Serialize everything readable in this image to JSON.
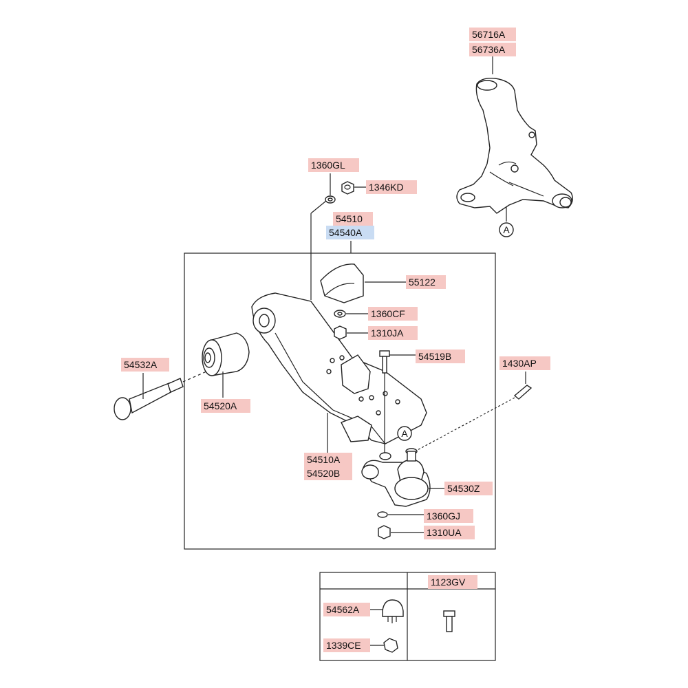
{
  "colors": {
    "label_bg": "#f6c8c4",
    "label_bg_selected": "#c9dcf3",
    "line": "#222222"
  },
  "labels": {
    "p56716A": "56716A",
    "p56736A": "56736A",
    "p1360GL": "1360GL",
    "p1346KD": "1346KD",
    "p54510": "54510",
    "p54540A": "54540A",
    "p55122": "55122",
    "p1360CF": "1360CF",
    "p1310JA": "1310JA",
    "p54519B": "54519B",
    "p1430AP": "1430AP",
    "p54532A": "54532A",
    "p54520A": "54520A",
    "p54510A": "54510A",
    "p54520B": "54520B",
    "p54530Z": "54530Z",
    "p1360GJ": "1360GJ",
    "p1310UA": "1310UA",
    "p1123GV": "1123GV",
    "p54562A": "54562A",
    "p1339CE": "1339CE"
  },
  "callouts": {
    "ref_a_knuckle": "A",
    "ref_a_balljoint": "A"
  },
  "selected_part": "54540A"
}
